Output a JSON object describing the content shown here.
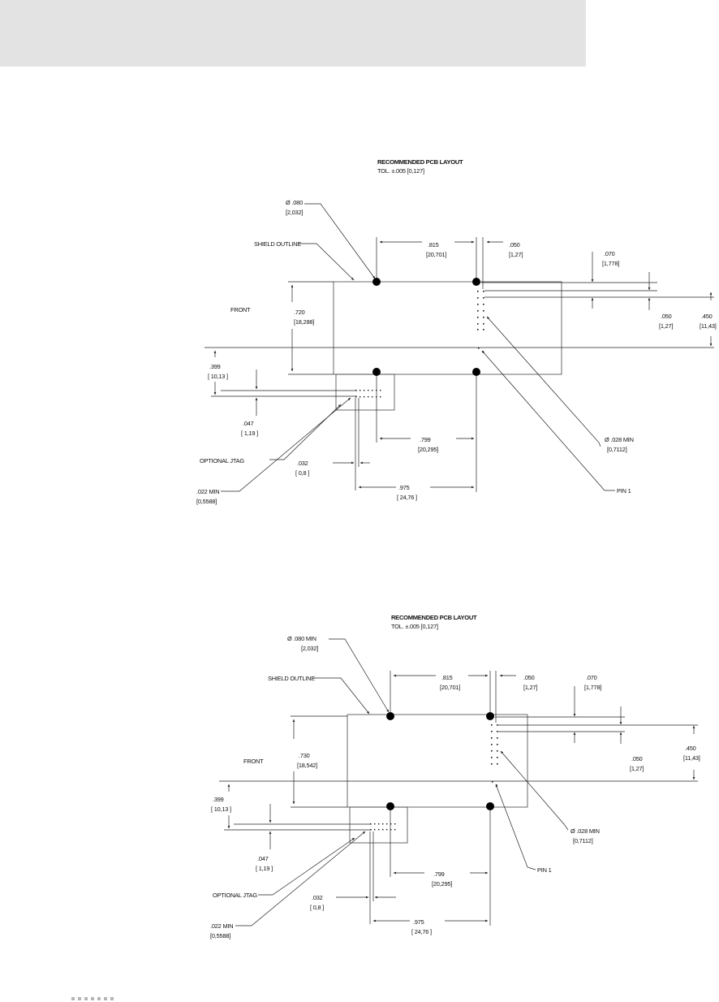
{
  "layouts": [
    {
      "title": "RECOMMENDED PCB LAYOUT",
      "tolerance": "TOL. ±.005 [0,127]",
      "hole_dia": [
        "Ø .080",
        "[2,032]"
      ],
      "shield_outline": "SHIELD OUTLINE",
      "front": "FRONT",
      "dim_815": [
        ".815",
        "[20,701]"
      ],
      "dim_050_top": [
        ".050",
        "[1,27]"
      ],
      "dim_070": [
        ".070",
        "[1,778]"
      ],
      "dim_050_right": [
        ".050",
        "[1,27]"
      ],
      "dim_450": [
        ".450",
        "[11,43]"
      ],
      "dim_height": [
        ".720",
        "[18,288]"
      ],
      "dim_399": [
        ".399",
        "[ 10,13 ]"
      ],
      "dim_047": [
        ".047",
        "[ 1,19 ]"
      ],
      "dim_799": [
        ".799",
        "[20,295]"
      ],
      "pin_dia": [
        "Ø .028 MIN",
        "[0,7112]"
      ],
      "optional_jtag": "OPTIONAL JTAG",
      "dim_032": [
        ".032",
        "[ 0,8 ]"
      ],
      "dim_975": [
        ".975",
        "[ 24,76 ]"
      ],
      "jtag_dia": [
        ".022 MIN",
        "[0,5588]"
      ],
      "pin1": "PIN 1"
    },
    {
      "title": "RECOMMENDED PCB LAYOUT",
      "tolerance": "TOL. ±.005 [0,127]",
      "hole_dia": [
        "Ø .080 MIN",
        "[2,032]"
      ],
      "shield_outline": "SHIELD OUTLINE",
      "front": "FRONT",
      "dim_815": [
        ".815",
        "[20,701]"
      ],
      "dim_050_top": [
        ".050",
        "[1,27]"
      ],
      "dim_070": [
        ".070",
        "[1,778]"
      ],
      "dim_050_right": [
        ".050",
        "[1,27]"
      ],
      "dim_450": [
        ".450",
        "[11,43]"
      ],
      "dim_height": [
        ".730",
        "[18,542]"
      ],
      "dim_399": [
        ".399",
        "[ 10,13 ]"
      ],
      "dim_047": [
        ".047",
        "[ 1,19 ]"
      ],
      "dim_799": [
        ".799",
        "[20,295]"
      ],
      "pin_dia": [
        "Ø .028 MIN",
        "[0,7112]"
      ],
      "optional_jtag": "OPTIONAL JTAG",
      "dim_032": [
        ".032",
        "[ 0,8 ]"
      ],
      "dim_975": [
        ".975",
        "[ 24,76 ]"
      ],
      "jtag_dia": [
        ".022 MIN",
        "[0,5588]"
      ],
      "pin1": "PIN 1"
    }
  ]
}
